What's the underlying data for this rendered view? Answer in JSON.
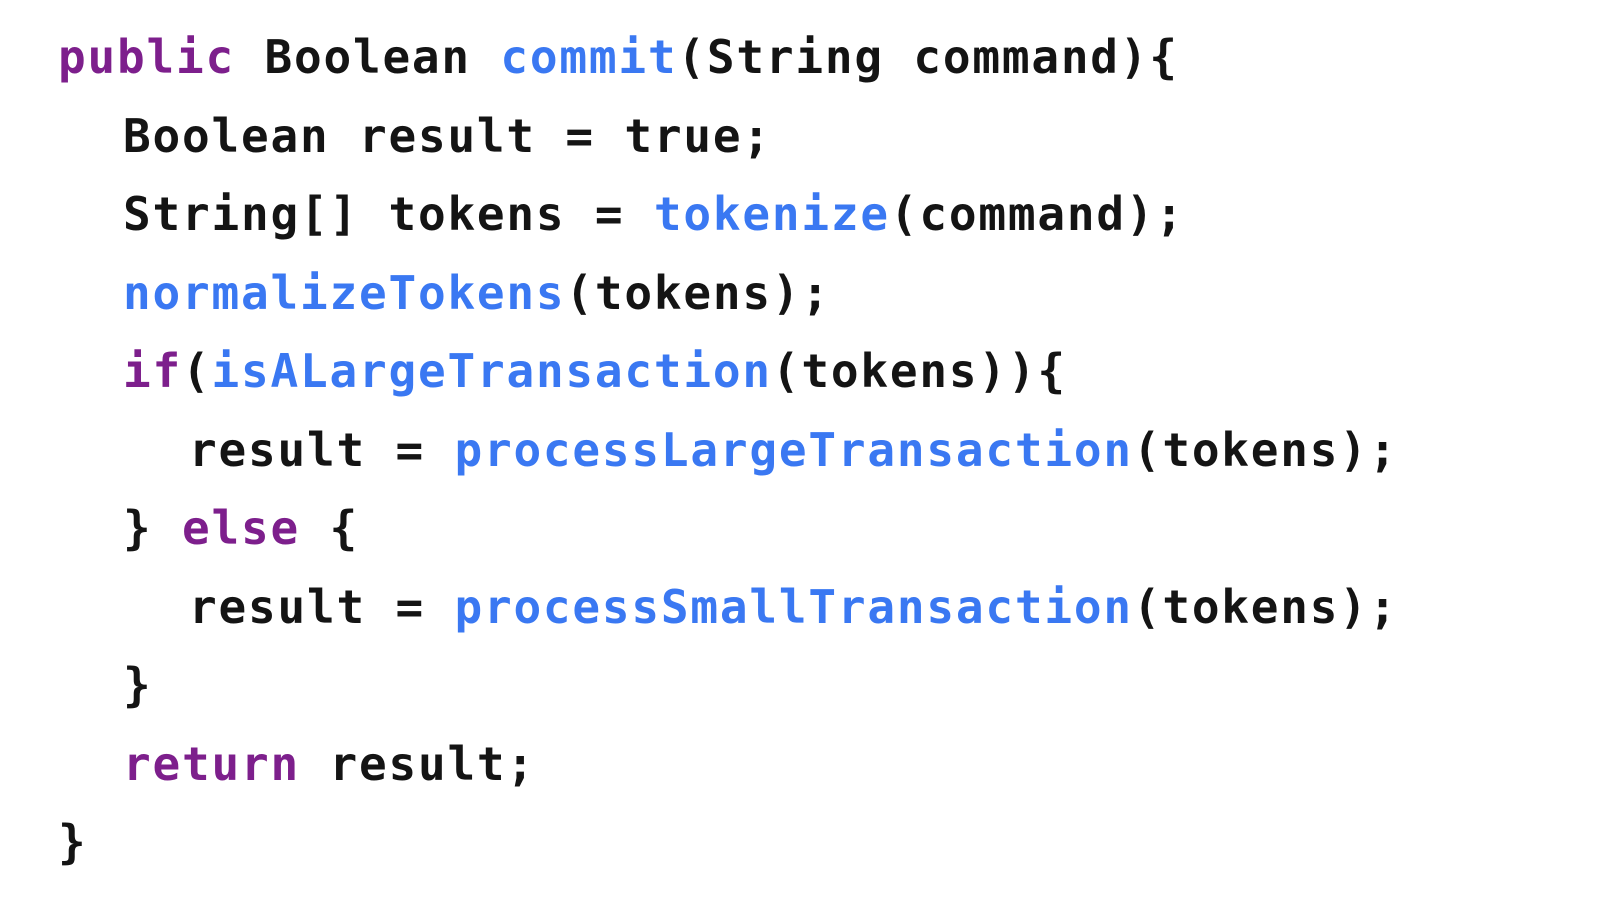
{
  "colors": {
    "keyword": "#7d1f8c",
    "function": "#3a78f2",
    "plain": "#141414",
    "background": "#ffffff"
  },
  "code": {
    "lines": [
      [
        {
          "t": "kw",
          "text": "public"
        },
        {
          "t": "pl",
          "text": " Boolean "
        },
        {
          "t": "fn",
          "text": "commit"
        },
        {
          "t": "pl",
          "text": "(String command){"
        }
      ],
      [
        {
          "t": "pl",
          "text": "Boolean result = true;"
        }
      ],
      [
        {
          "t": "pl",
          "text": "String[] tokens = "
        },
        {
          "t": "fn",
          "text": "tokenize"
        },
        {
          "t": "pl",
          "text": "(command);"
        }
      ],
      [
        {
          "t": "fn",
          "text": "normalizeTokens"
        },
        {
          "t": "pl",
          "text": "(tokens);"
        }
      ],
      [
        {
          "t": "kw",
          "text": "if"
        },
        {
          "t": "pl",
          "text": "("
        },
        {
          "t": "fn",
          "text": "isALargeTransaction"
        },
        {
          "t": "pl",
          "text": "(tokens)){"
        }
      ],
      [
        {
          "t": "pl",
          "text": "result = "
        },
        {
          "t": "fn",
          "text": "processLargeTransaction"
        },
        {
          "t": "pl",
          "text": "(tokens);"
        }
      ],
      [
        {
          "t": "pl",
          "text": "} "
        },
        {
          "t": "kw",
          "text": "else"
        },
        {
          "t": "pl",
          "text": " {"
        }
      ],
      [
        {
          "t": "pl",
          "text": "result = "
        },
        {
          "t": "fn",
          "text": "processSmallTransaction"
        },
        {
          "t": "pl",
          "text": "(tokens);"
        }
      ],
      [
        {
          "t": "pl",
          "text": "}"
        }
      ],
      [
        {
          "t": "kw",
          "text": "return"
        },
        {
          "t": "pl",
          "text": " result;"
        }
      ],
      [
        {
          "t": "pl",
          "text": "}"
        }
      ]
    ]
  }
}
